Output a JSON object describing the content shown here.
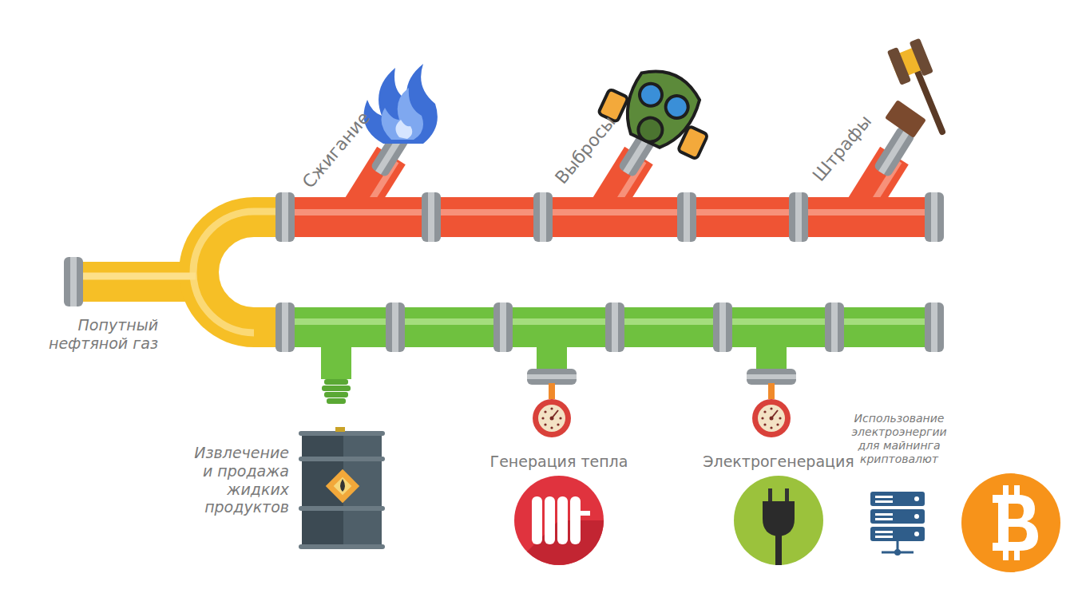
{
  "diagram": {
    "labels": [
      "Сжигание",
      "Выбросы",
      "Штрафы",
      "Попутный нефтяной газ",
      "Извлечение и продажа жидких продуктов",
      "Генерация тепла",
      "Электрогенерация",
      "Использование электроэнергии для майнинга криптовалют"
    ]
  }
}
